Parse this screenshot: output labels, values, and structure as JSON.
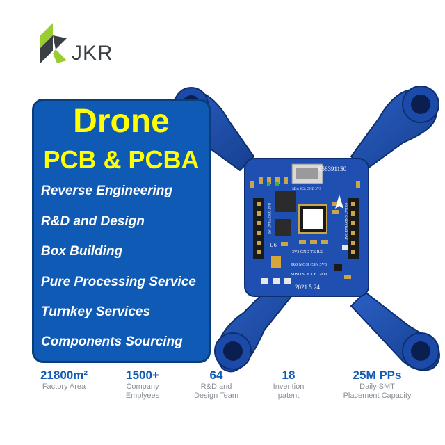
{
  "brand": {
    "name": "JKR",
    "logo_icon": "jkr-k-icon",
    "colors": {
      "lime": "#9acd32",
      "dark": "#3a3f45"
    }
  },
  "panel": {
    "title": "Drone",
    "subtitle": "PCB & PCBA",
    "services": [
      "Reverse Engineering",
      "R&D and Design",
      "Box Building",
      "Pure Processing Service",
      "Turnkey Services",
      "Components Sourcing"
    ],
    "colors": {
      "background": "#0f5ab4",
      "title": "#ffff00",
      "text": "#ffffff"
    }
  },
  "pcb": {
    "color": "#1f4fb0",
    "labels": {
      "part_no": "956391150",
      "date": "2021 5 24",
      "u6": "U6",
      "pins_top": "SDA SCL GND 3V3",
      "pins_mid": "3V3 GND TX RX",
      "pins_spi1": "IRQ MOSI CSN 3V3",
      "pins_spi2": "MISO SCK CE GND",
      "pins_right": "P3 BAT GND VBAT BAT",
      "pins_left": "BAT GND VBAT IAT"
    }
  },
  "stats": [
    {
      "value": "21800m²",
      "label": "Factory Area"
    },
    {
      "value": "1500+",
      "label": "Company\nEmplyees"
    },
    {
      "value": "64",
      "label": "R&D and\nDesign Team"
    },
    {
      "value": "18",
      "label": "Invention\npatent"
    },
    {
      "value": "25M PPs",
      "label": "Daily SMT\nPlacement Capacity"
    }
  ]
}
